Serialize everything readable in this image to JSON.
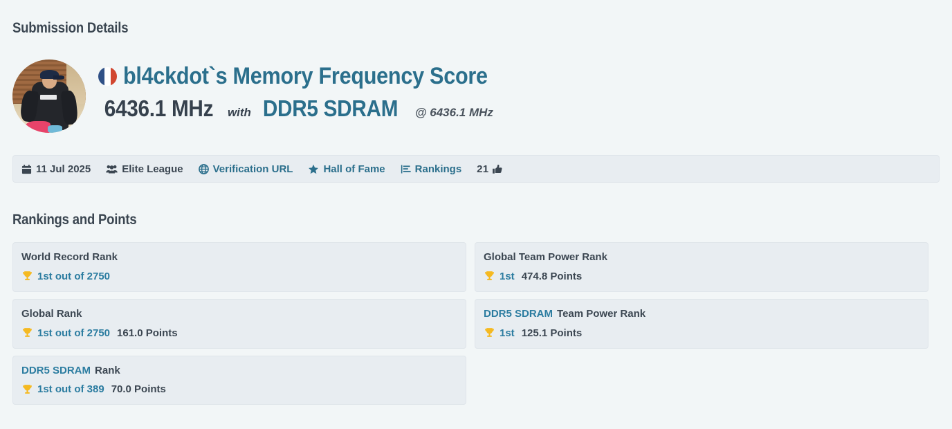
{
  "page": {
    "background": "#f2f6f7",
    "accent_link": "#2b6f8c",
    "accent_link_alt": "#2b7ca0",
    "text_dark": "#3b4651",
    "card_bg": "#e8edf1",
    "trophy_color": "#f5b921"
  },
  "sections": {
    "submission_details_title": "Submission Details",
    "rankings_points_title": "Rankings and Points"
  },
  "submission": {
    "avatar_alt": "bl4ckdot avatar photo",
    "flag": "fr-flag-icon",
    "title": "bl4ckdot`s Memory Frequency Score",
    "score_value": "6436.1 MHz",
    "with_word": "with",
    "hardware": "DDR5 SDRAM",
    "at_frequency": "@ 6436.1 MHz"
  },
  "meta": {
    "items": [
      {
        "icon": "calendar-icon",
        "label": "11 Jul 2025",
        "link": false
      },
      {
        "icon": "users-icon",
        "label": "Elite League",
        "link": false
      },
      {
        "icon": "globe-icon",
        "label": "Verification URL",
        "link": true
      },
      {
        "icon": "star-icon",
        "label": "Hall of Fame",
        "link": true
      },
      {
        "icon": "bar-chart-icon",
        "label": "Rankings",
        "link": true
      }
    ],
    "likes": {
      "count": "21",
      "icon": "thumbs-up-icon"
    }
  },
  "rankings": {
    "left_column": [
      {
        "label_prefix": "",
        "label": "World Record Rank",
        "rank": "1st out of 2750",
        "points": ""
      },
      {
        "label_prefix": "",
        "label": "Global Rank",
        "rank": "1st out of 2750",
        "points": "161.0 Points"
      },
      {
        "label_prefix": "DDR5 SDRAM",
        "label": "Rank",
        "rank": "1st out of 389",
        "points": "70.0 Points"
      }
    ],
    "right_column": [
      {
        "label_prefix": "",
        "label": "Global  Team Power Rank",
        "rank": "1st",
        "points": "474.8 Points"
      },
      {
        "label_prefix": "DDR5 SDRAM",
        "label": "Team Power Rank",
        "rank": "1st",
        "points": "125.1 Points"
      }
    ]
  }
}
